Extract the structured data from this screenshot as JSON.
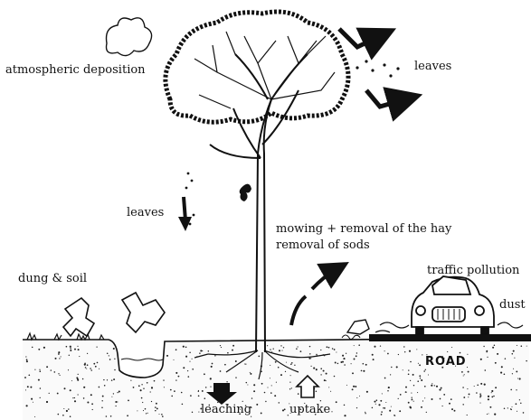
{
  "labels": {
    "atmospheric_deposition": "atmospheric deposition",
    "leaves_top": "leaves",
    "leaves_left": "leaves",
    "mowing": "mowing + removal of the hay",
    "removal_sods": "removal of sods",
    "dung_soil": "dung & soil",
    "traffic_pollution": "traffic pollution",
    "dust": "dust",
    "road": "ROAD",
    "leaching": "leaching",
    "uptake": "uptake"
  },
  "colors": {
    "ink": "#111111",
    "background": "#ffffff"
  }
}
